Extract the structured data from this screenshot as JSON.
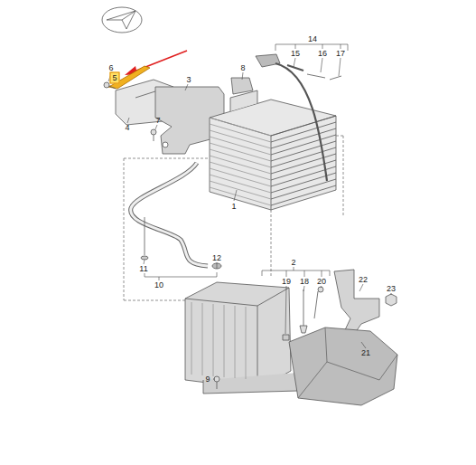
{
  "diagram": {
    "nodes": [
      {
        "text": [
          "5"
        ]
      }
    ],
    "edges": [],
    "labels": [
      "14",
      "15",
      "16",
      "17",
      "6",
      "3",
      "8",
      "7",
      "4",
      "1",
      "11",
      "12",
      "10",
      "2",
      "19",
      "18",
      "20",
      "22",
      "23",
      "9",
      "21"
    ]
  }
}
